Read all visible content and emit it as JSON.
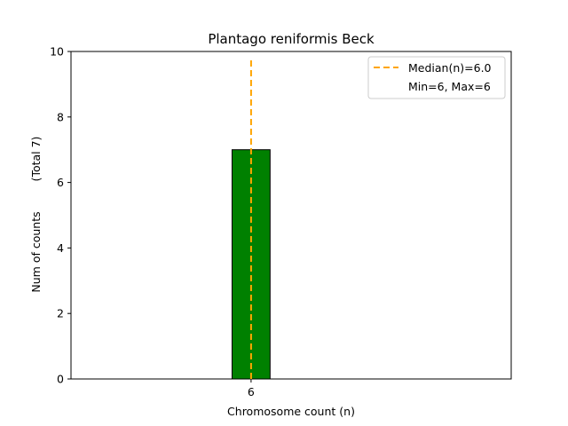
{
  "chart_data": {
    "type": "bar",
    "title": "Plantago reniformis Beck",
    "xlabel": "Chromosome count (n)",
    "ylabel": "Num of counts",
    "ylabel_total": "(Total 7)",
    "x_ticks": [
      "6"
    ],
    "y_ticks": [
      "0",
      "2",
      "4",
      "6",
      "8",
      "10"
    ],
    "ylim": [
      0,
      10
    ],
    "xlim": [
      4.2,
      8.6
    ],
    "bars": [
      {
        "x": 6,
        "value": 7
      }
    ],
    "bar_width": 0.38,
    "bar_color": "#008000",
    "median": {
      "x": 6.0,
      "label": "Median(n)=6.0",
      "color": "#ffa500"
    },
    "baseline_end": 7.4,
    "legend": {
      "placement": "top-right",
      "entries": [
        "Median(n)=6.0",
        "Min=6, Max=6"
      ]
    },
    "grid": false
  }
}
